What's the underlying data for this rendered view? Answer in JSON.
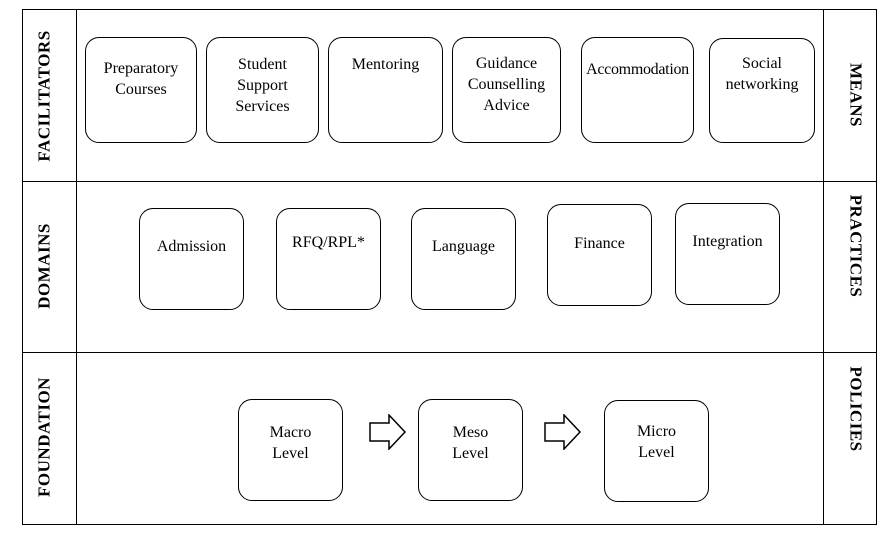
{
  "rows": [
    {
      "left_label": "FACILITATORS",
      "right_label": "MEANS",
      "boxes": [
        {
          "lines": [
            "Preparatory",
            "Courses"
          ]
        },
        {
          "lines": [
            "Student",
            "Support",
            "Services"
          ]
        },
        {
          "lines": [
            "Mentoring"
          ]
        },
        {
          "lines": [
            "Guidance",
            "Counselling",
            "Advice"
          ]
        },
        {
          "lines": [
            "Accommodation"
          ]
        },
        {
          "lines": [
            "Social",
            "networking"
          ]
        }
      ]
    },
    {
      "left_label": "DOMAINS",
      "right_label": "PRACTICES",
      "boxes": [
        {
          "lines": [
            "Admission"
          ]
        },
        {
          "lines": [
            "RFQ/RPL*"
          ]
        },
        {
          "lines": [
            "Language"
          ]
        },
        {
          "lines": [
            "Finance"
          ]
        },
        {
          "lines": [
            "Integration"
          ]
        }
      ]
    },
    {
      "left_label": "FOUNDATION",
      "right_label": "POLICIES",
      "boxes": [
        {
          "lines": [
            "Macro",
            "Level"
          ]
        },
        {
          "lines": [
            "Meso",
            "Level"
          ]
        },
        {
          "lines": [
            "Micro",
            "Level"
          ]
        }
      ]
    }
  ]
}
